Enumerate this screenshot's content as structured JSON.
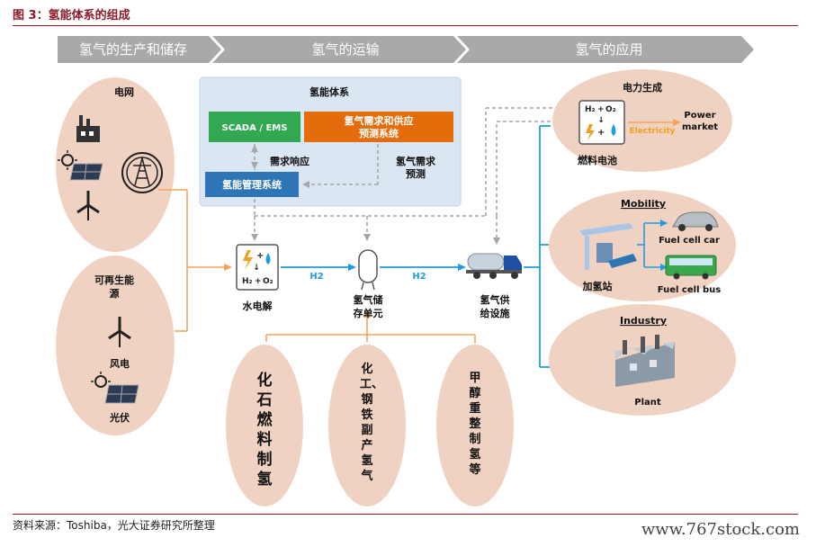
{
  "figure": {
    "title": "图 3：氢能体系的组成",
    "source": "资料来源：Toshiba，光大证券研究所整理",
    "watermark": "www.767stock.com"
  },
  "stages": [
    "氢气的生产和储存",
    "氢气的运输",
    "氢气的应用"
  ],
  "sources": {
    "grid": "电网",
    "renewable": "可再生能源",
    "wind": "风电",
    "solar": "光伏"
  },
  "hydrogen_system": {
    "title": "氢能体系",
    "scada": "SCADA / EMS",
    "forecast_line1": "氢气需求和供应",
    "forecast_line2": "预测系统",
    "demand_response": "需求响应",
    "demand_forecast_line1": "氢气需求",
    "demand_forecast_line2": "预测",
    "management": "氢能管理系统"
  },
  "chain": {
    "electrolysis": "水电解",
    "h2_label_1": "H2",
    "h2_label_2": "H2",
    "storage_line1": "氢气储",
    "storage_line2": "存单元",
    "supply_line1": "氢气供",
    "supply_line2": "给设施"
  },
  "other_sources": [
    "化石燃料制氢",
    "化工、钢铁副产氢气",
    "甲醇重整制氢等"
  ],
  "applications": {
    "power_title": "电力生成",
    "electricity": "Electricity",
    "power_market_line1": "Power",
    "power_market_line2": "market",
    "fuel_cell": "燃料电池",
    "mobility_title": "Mobility",
    "fuel_cell_car": "Fuel cell car",
    "fuel_cell_bus": "Fuel cell bus",
    "station": "加氢站",
    "industry_title": "Industry",
    "plant": "Plant"
  },
  "formula": {
    "h2": "H₂",
    "plus": "+",
    "o2": "O₂",
    "arrow": "↓"
  },
  "colors": {
    "banner": "#a9a9a9",
    "ellipse": "#f0d2c2",
    "system_box": "#dbe6f3",
    "scada": "#33a852",
    "forecast": "#e46c0a",
    "management": "#2e75b6",
    "orange_line": "#f5a35a",
    "blue_line": "#1f9ce0"
  }
}
